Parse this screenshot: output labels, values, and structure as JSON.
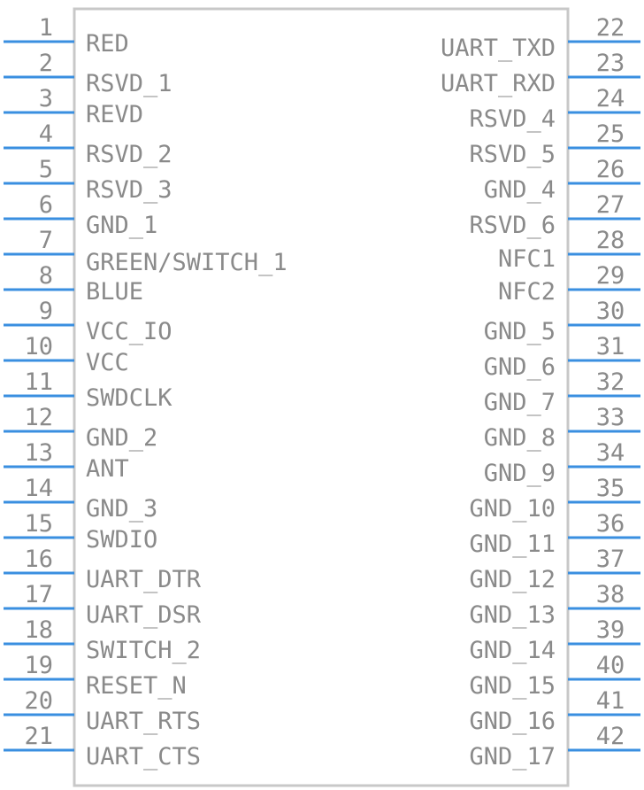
{
  "component": {
    "body_stroke": "#c8c8c8",
    "pin_color": "#3a8fe0",
    "text_color": "#8a8a8a"
  },
  "left_pins": [
    {
      "number": "1",
      "label": "RED"
    },
    {
      "number": "2",
      "label": "RSVD_1"
    },
    {
      "number": "3",
      "label": "REVD"
    },
    {
      "number": "4",
      "label": "RSVD_2"
    },
    {
      "number": "5",
      "label": "RSVD_3"
    },
    {
      "number": "6",
      "label": "GND_1"
    },
    {
      "number": "7",
      "label": "GREEN/SWITCH_1"
    },
    {
      "number": "8",
      "label": "BLUE"
    },
    {
      "number": "9",
      "label": "VCC_IO"
    },
    {
      "number": "10",
      "label": "VCC"
    },
    {
      "number": "11",
      "label": "SWDCLK"
    },
    {
      "number": "12",
      "label": "GND_2"
    },
    {
      "number": "13",
      "label": "ANT"
    },
    {
      "number": "14",
      "label": "GND_3"
    },
    {
      "number": "15",
      "label": "SWDIO"
    },
    {
      "number": "16",
      "label": "UART_DTR"
    },
    {
      "number": "17",
      "label": "UART_DSR"
    },
    {
      "number": "18",
      "label": "SWITCH_2"
    },
    {
      "number": "19",
      "label": "RESET_N"
    },
    {
      "number": "20",
      "label": "UART_RTS"
    },
    {
      "number": "21",
      "label": "UART_CTS"
    }
  ],
  "right_pins": [
    {
      "number": "22",
      "label": "UART_TXD"
    },
    {
      "number": "23",
      "label": "UART_RXD"
    },
    {
      "number": "24",
      "label": "RSVD_4"
    },
    {
      "number": "25",
      "label": "RSVD_5"
    },
    {
      "number": "26",
      "label": "GND_4"
    },
    {
      "number": "27",
      "label": "RSVD_6"
    },
    {
      "number": "28",
      "label": "NFC1"
    },
    {
      "number": "29",
      "label": "NFC2"
    },
    {
      "number": "30",
      "label": "GND_5"
    },
    {
      "number": "31",
      "label": "GND_6"
    },
    {
      "number": "32",
      "label": "GND_7"
    },
    {
      "number": "33",
      "label": "GND_8"
    },
    {
      "number": "34",
      "label": "GND_9"
    },
    {
      "number": "35",
      "label": "GND_10"
    },
    {
      "number": "36",
      "label": "GND_11"
    },
    {
      "number": "37",
      "label": "GND_12"
    },
    {
      "number": "38",
      "label": "GND_13"
    },
    {
      "number": "39",
      "label": "GND_14"
    },
    {
      "number": "40",
      "label": "GND_15"
    },
    {
      "number": "41",
      "label": "GND_16"
    },
    {
      "number": "42",
      "label": "GND_17"
    }
  ]
}
